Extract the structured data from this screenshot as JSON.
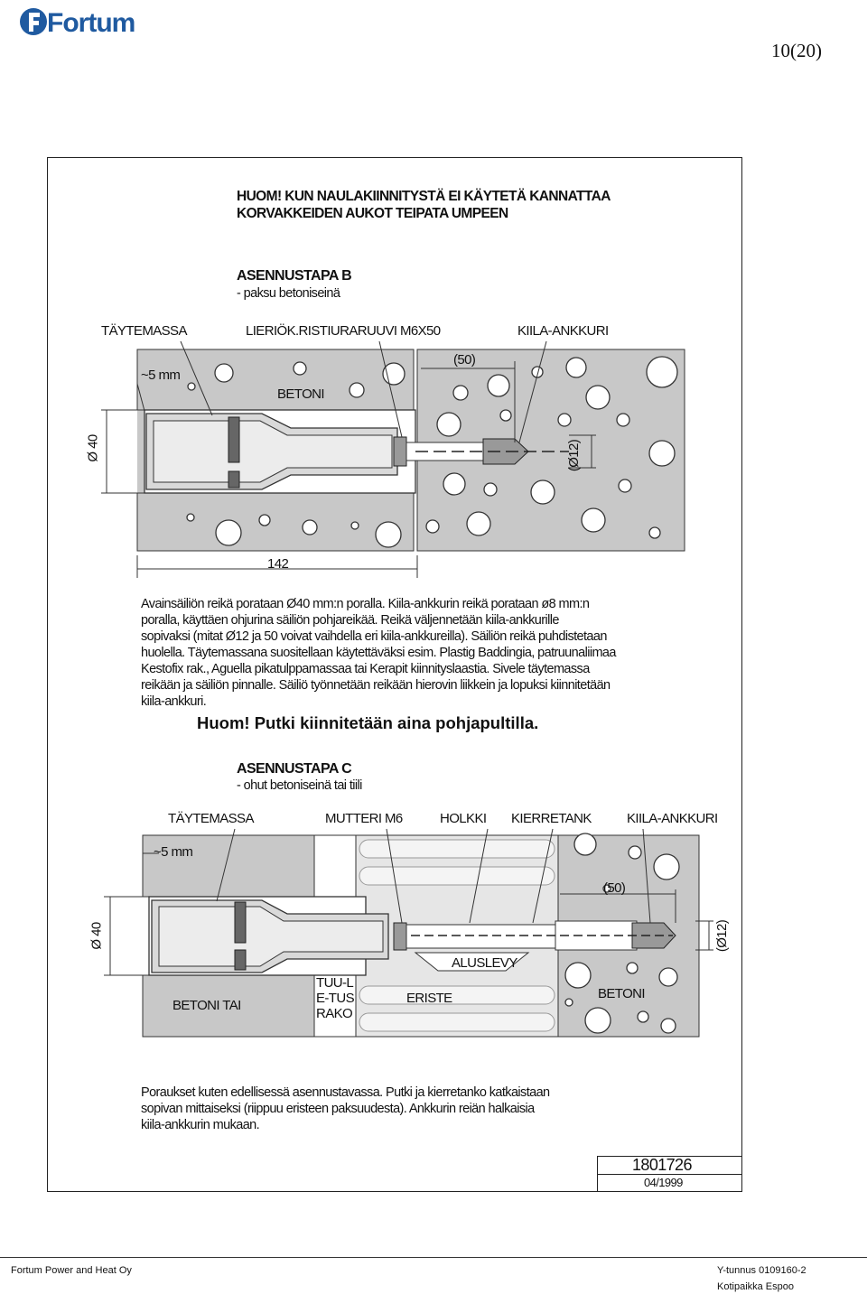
{
  "header": {
    "logo_text": "Fortum",
    "page_number": "10(20)"
  },
  "warning": {
    "line1": "HUOM! KUN NAULAKIINNITYSTÄ EI KÄYTETÄ KANNATTAA",
    "line2": "KORVAKKEIDEN AUKOT TEIPATA UMPEEN"
  },
  "method_b": {
    "title": "ASENNUSTAPA B",
    "subtitle": "- paksu betoniseinä",
    "labels": {
      "filler": "TÄYTEMASSA",
      "screw": "LIERIÖK.RISTIURARUUVI M6X50",
      "anchor": "KIILA-ANKKURI",
      "gap": "~5 mm",
      "concrete": "BETONI",
      "depth": "(50)",
      "diameter": "Ø 40",
      "hole": "(Ø12)",
      "length": "142"
    },
    "description": [
      "Avainsäiliön reikä porataan Ø40 mm:n poralla. Kiila-ankkurin reikä porataan ø8 mm:n",
      "poralla, käyttäen ohjurina säiliön pohjareikää. Reikä väljennetään kiila-ankkurille",
      "sopivaksi (mitat Ø12 ja 50 voivat vaihdella eri kiila-ankkureilla). Säiliön reikä puhdistetaan",
      "huolella. Täytemassana suositellaan käytettäväksi esim. Plastig Baddingia, patruunaliimaa",
      "Kestofix rak., Aguella pikatulppamassaa tai Kerapit kiinnityslaastia. Sivele täytemassa",
      "reikään ja säiliön pinnalle. Säiliö työnnetään reikään hierovin liikkein ja lopuksi kiinnitetään",
      "kiila-ankkuri."
    ]
  },
  "note": "Huom! Putki kiinnitetään aina pohjapultilla.",
  "method_c": {
    "title": "ASENNUSTAPA C",
    "subtitle": "- ohut betoniseinä tai tiili",
    "labels": {
      "filler": "TÄYTEMASSA",
      "nut": "MUTTERI M6",
      "sleeve": "HOLKKI",
      "rod": "KIERRETANK",
      "anchor": "KIILA-ANKKURI",
      "gap": "~5 mm",
      "depth": "(50)",
      "diameter": "Ø 40",
      "hole": "(Ø12)",
      "washer": "ALUSLEVY",
      "wall": "BETONI TAI",
      "airgap": "TUU-LE-TUS RAKO",
      "insulation": "ERISTE",
      "concrete": "BETONI"
    },
    "description": [
      "Poraukset kuten edellisessä asennustavassa. Putki ja kierretanko katkaistaan",
      "sopivan mittaiseksi (riippuu eristeen paksuudesta). Ankkurin reiän halkaisia",
      "kiila-ankkurin mukaan."
    ]
  },
  "stamp": {
    "number": "1801726",
    "date": "04/1999"
  },
  "footer": {
    "company": "Fortum Power and Heat  Oy",
    "business_id": "Y-tunnus 0109160-2",
    "domicile": "Kotipaikka Espoo"
  },
  "colors": {
    "brand_blue": "#1f5aa0",
    "concrete": "#c8c8c8",
    "insulation": "#e6e6e6"
  }
}
